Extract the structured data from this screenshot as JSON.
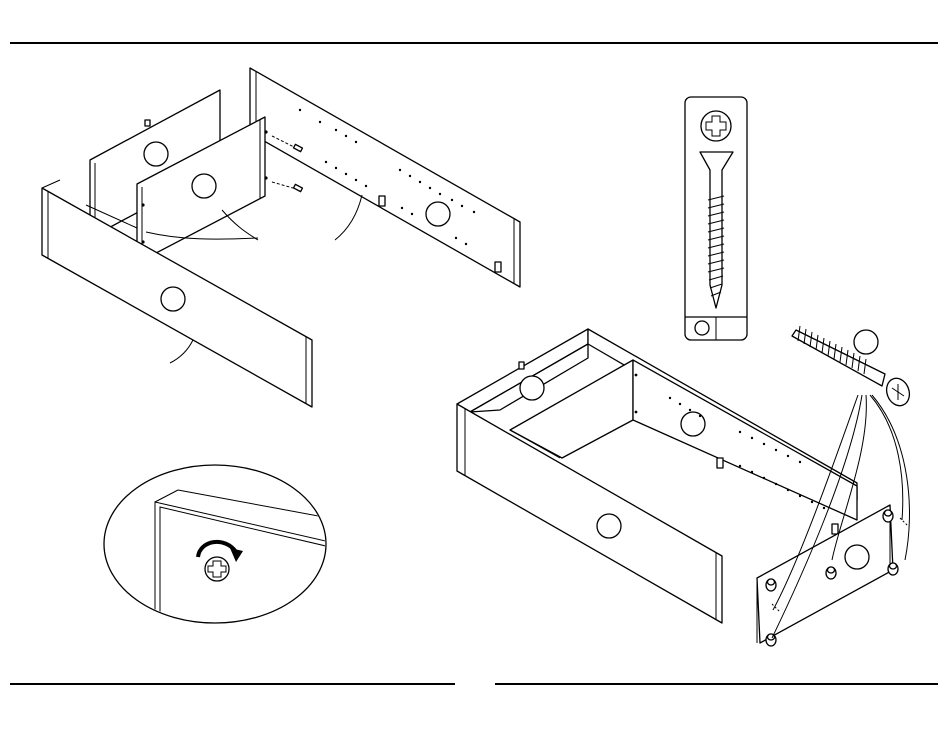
{
  "colors": {
    "line": "#000000",
    "background": "#ffffff"
  },
  "steps": [
    {
      "step": "assemble-drawer-frame",
      "parts_shown": [
        "side-panel",
        "front-panel",
        "back-panel",
        "divider-panel"
      ]
    },
    {
      "step": "attach-drawer-front-with-screws",
      "hardware": "screw"
    }
  ],
  "icons": [
    "screw-icon",
    "phillips-head-icon",
    "rotate-arrow-icon",
    "cam-lock-icon"
  ]
}
